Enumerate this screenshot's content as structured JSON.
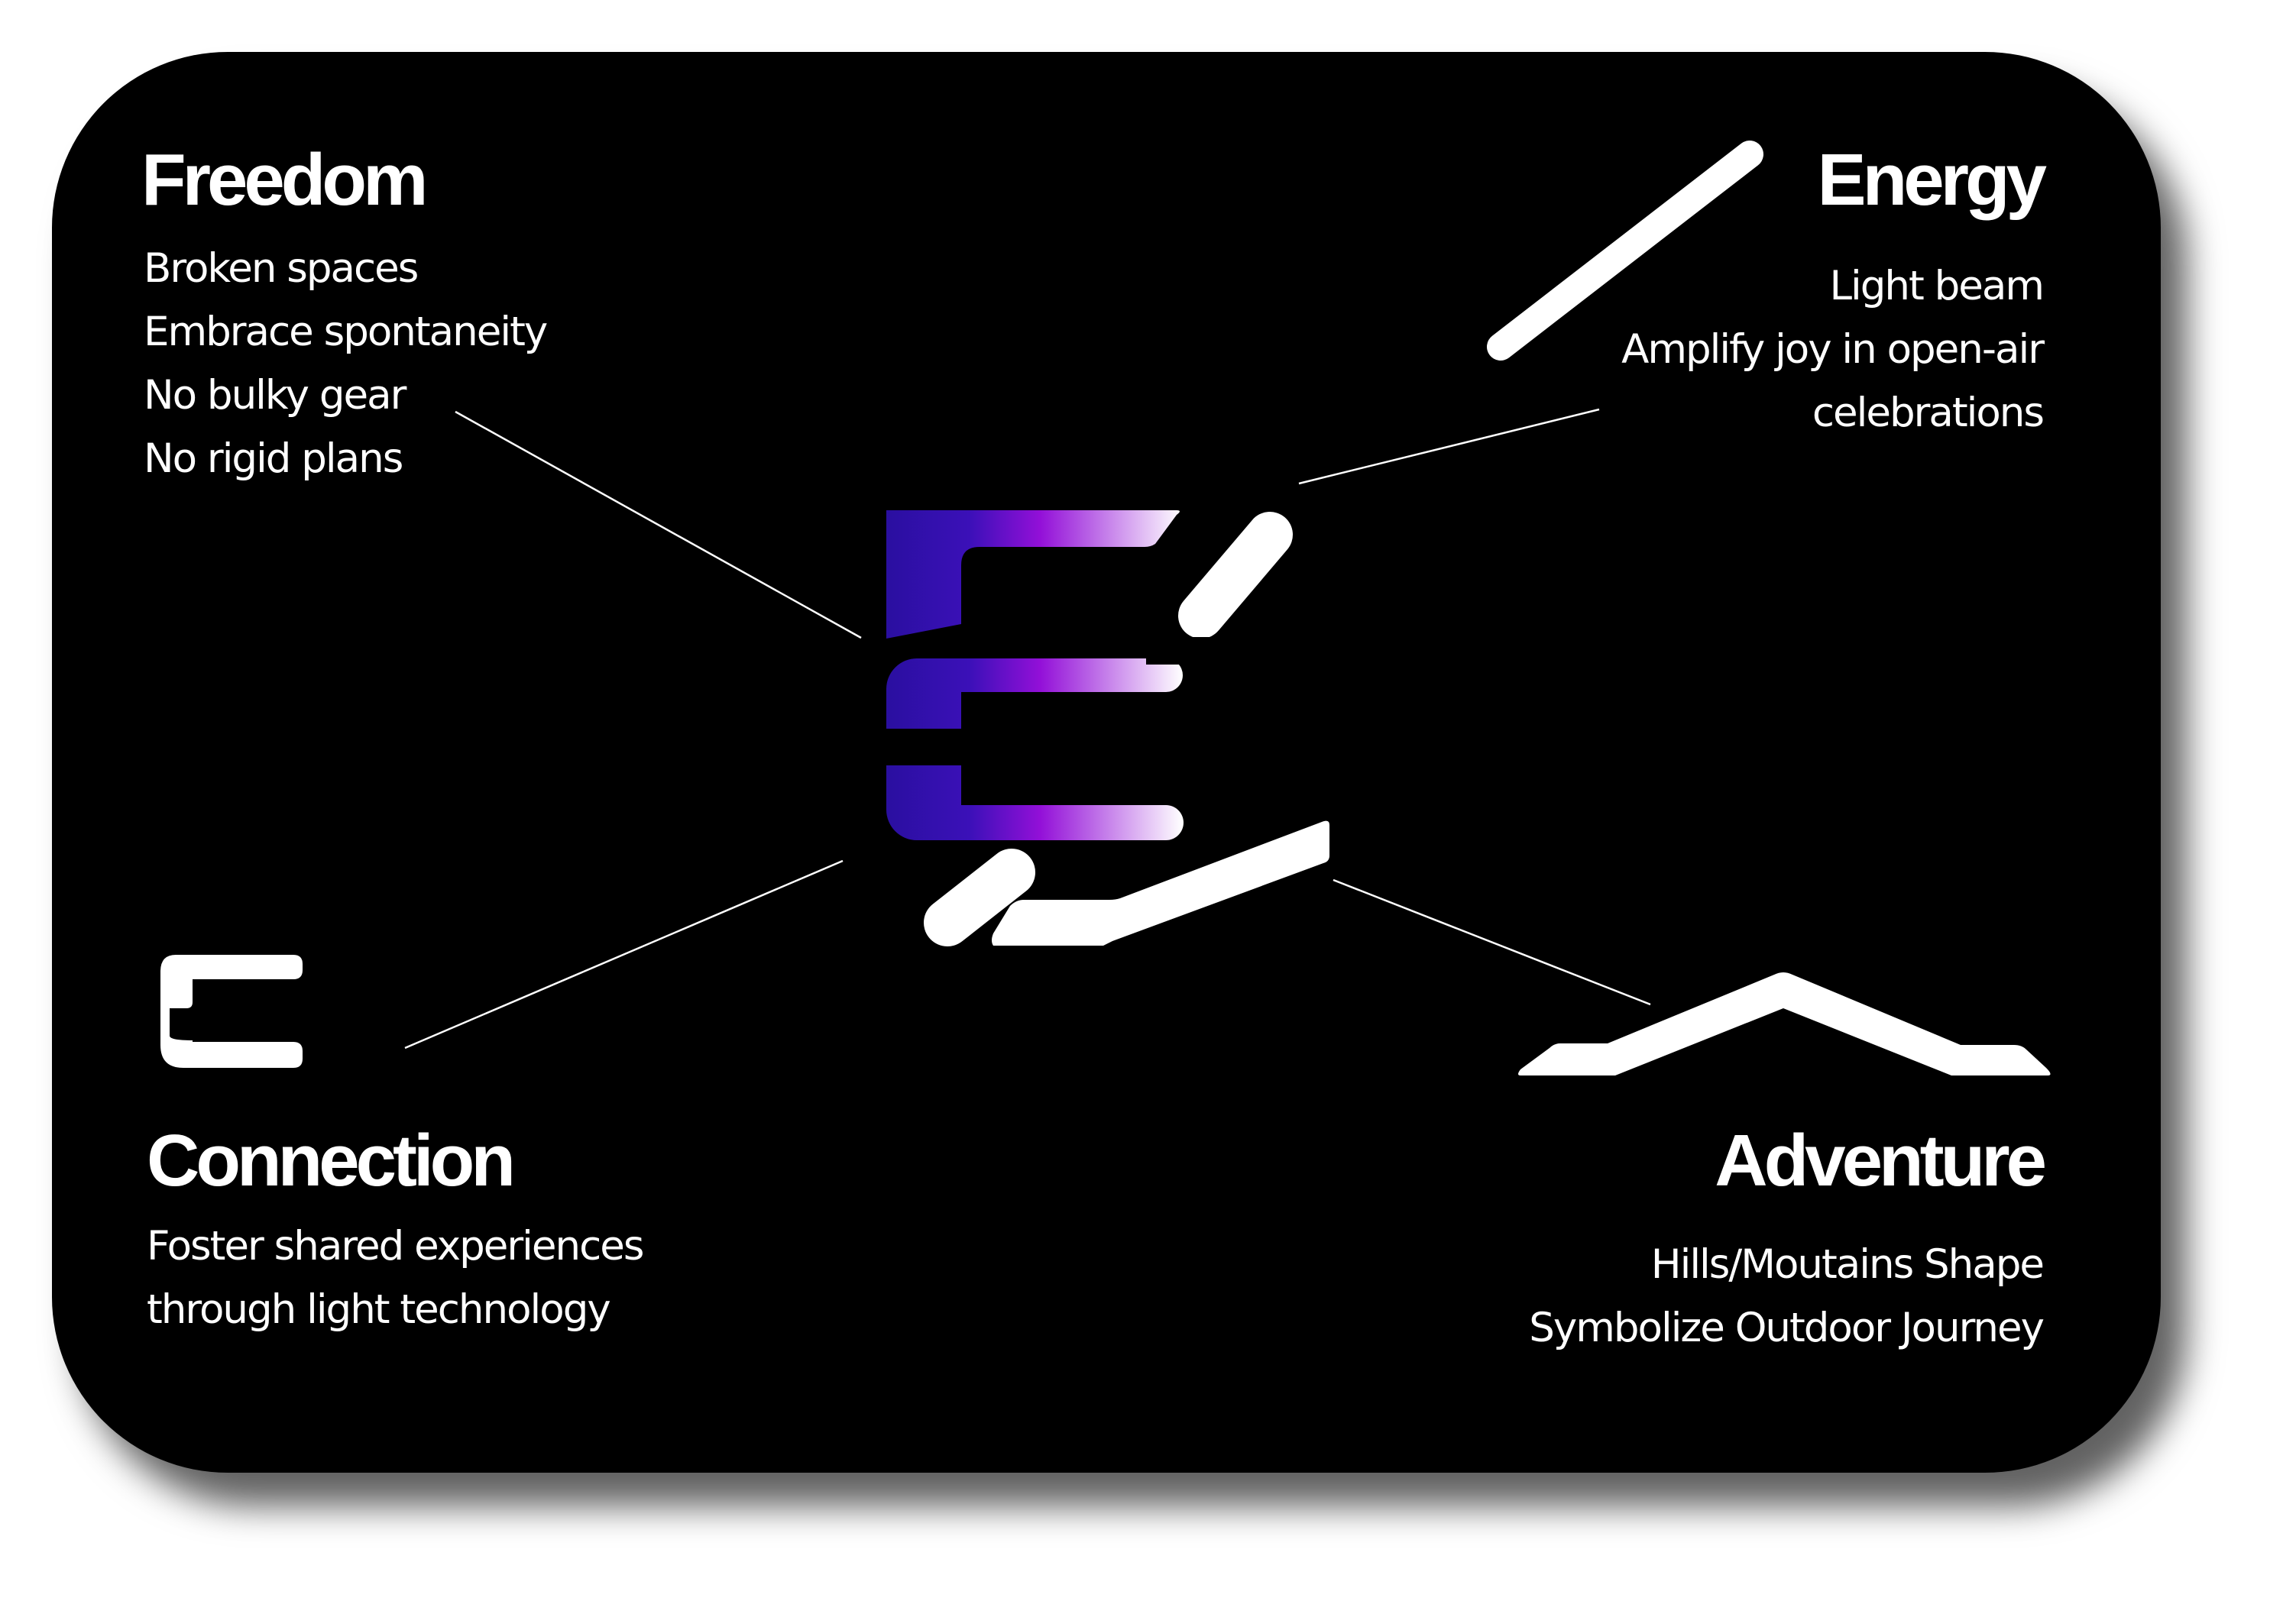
{
  "colors": {
    "background": "#000000",
    "text": "#ffffff",
    "logo_gradient": [
      "#2a0fa0",
      "#3b10b8",
      "#9310d8",
      "#ffffff"
    ]
  },
  "quadrants": {
    "freedom": {
      "title": "Freedom",
      "lines": [
        "Broken spaces",
        "Embrace spontaneity",
        "No bulky gear",
        "No rigid plans"
      ]
    },
    "energy": {
      "title": "Energy",
      "lines": [
        "Light beam",
        "Amplify joy in open-air",
        "celebrations"
      ],
      "icon": "light-beam-stroke"
    },
    "connection": {
      "title": "Connection",
      "lines": [
        "Foster shared experiences",
        "through light technology"
      ],
      "icon": "bracket-shape"
    },
    "adventure": {
      "title": "Adventure",
      "lines": [
        "Hills/Moutains Shape",
        "Symbolize Outdoor Journey"
      ],
      "icon": "mountain-outline"
    }
  },
  "center_logo": "e-lettermark-logo"
}
